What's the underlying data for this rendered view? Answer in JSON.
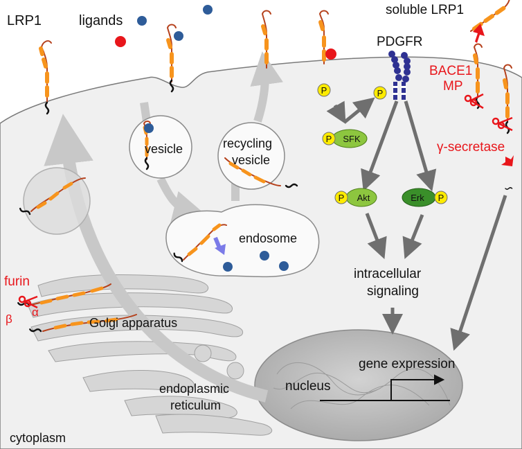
{
  "labels": {
    "lrp1": "LRP1",
    "ligands": "ligands",
    "soluble_lrp1": "soluble LRP1",
    "pdgfr": "PDGFR",
    "bace1": "BACE1",
    "mp": "MP",
    "gamma_secretase": "γ-secretase",
    "vesicle": "vesicle",
    "recycling_1": "recycling",
    "recycling_2": "vesicle",
    "endosome": "endosome",
    "sfk": "SFK",
    "akt": "Akt",
    "erk": "Erk",
    "p": "P",
    "intracellular_1": "intracellular",
    "intracellular_2": "signaling",
    "furin": "furin",
    "alpha": "α",
    "beta": "β",
    "golgi": "Golgi apparatus",
    "er_1": "endoplasmic",
    "er_2": "reticulum",
    "nucleus": "nucleus",
    "gene_expression": "gene expression",
    "cytoplasm": "cytoplasm"
  },
  "colors": {
    "cell_fill": "#f0f0f0",
    "ligand_blue": "#2e5c99",
    "ligand_red": "#e8161b",
    "lrp1_orange": "#f7941d",
    "lrp1_line": "#b5411c",
    "phospho_yellow": "#ffec00",
    "sfk_green": "#8dc63f",
    "erk_green": "#3a8f2a",
    "pdgfr_blue": "#2e3192",
    "arrow_gray": "#7a7a7a",
    "accent_red": "#e8161b"
  }
}
